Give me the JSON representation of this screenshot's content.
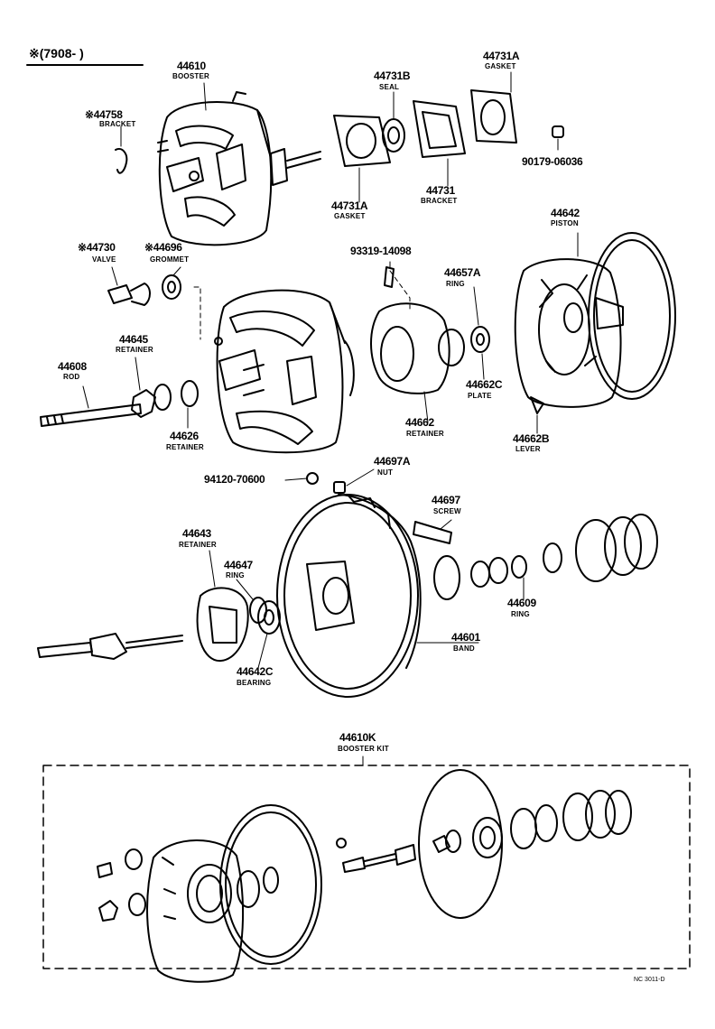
{
  "header": "※(7908-      )",
  "footer_code": "NC 3011-D",
  "parts": {
    "booster": {
      "num": "44610",
      "name": "BOOSTER"
    },
    "bracket_top": {
      "num": "※44758",
      "name": "BRACKET"
    },
    "seal": {
      "num": "44731B",
      "name": "SEAL"
    },
    "gasket_tr": {
      "num": "44731A",
      "name": "GASKET"
    },
    "screw_plug": {
      "num": "90179-06036",
      "name": ""
    },
    "gasket_mid": {
      "num": "44731A",
      "name": "GASKET"
    },
    "bracket_mid": {
      "num": "44731",
      "name": "BRACKET"
    },
    "valve": {
      "num": "※44730",
      "name": "VALVE"
    },
    "grommet": {
      "num": "※44696",
      "name": "GROMMET"
    },
    "bolt": {
      "num": "93319-14098",
      "name": ""
    },
    "ring_a": {
      "num": "44657A",
      "name": "RING"
    },
    "piston": {
      "num": "44642",
      "name": "PISTON"
    },
    "retainer_645": {
      "num": "44645",
      "name": "RETAINER"
    },
    "rod": {
      "num": "44608",
      "name": "ROD"
    },
    "retainer_626": {
      "num": "44626",
      "name": "RETAINER"
    },
    "retainer_662": {
      "num": "44662",
      "name": "RETAINER"
    },
    "plate": {
      "num": "44662C",
      "name": "PLATE"
    },
    "lever": {
      "num": "44662B",
      "name": "LEVER"
    },
    "nut_plug": {
      "num": "94120-70600",
      "name": ""
    },
    "nut": {
      "num": "44697A",
      "name": "NUT"
    },
    "screw": {
      "num": "44697",
      "name": "SCREW"
    },
    "retainer_643": {
      "num": "44643",
      "name": "RETAINER"
    },
    "ring_647": {
      "num": "44647",
      "name": "RING"
    },
    "bearing": {
      "num": "44642C",
      "name": "BEARING"
    },
    "ring_609": {
      "num": "44609",
      "name": "RING"
    },
    "band": {
      "num": "44601",
      "name": "BAND"
    },
    "kit": {
      "num": "44610K",
      "name": "BOOSTER KIT"
    }
  }
}
